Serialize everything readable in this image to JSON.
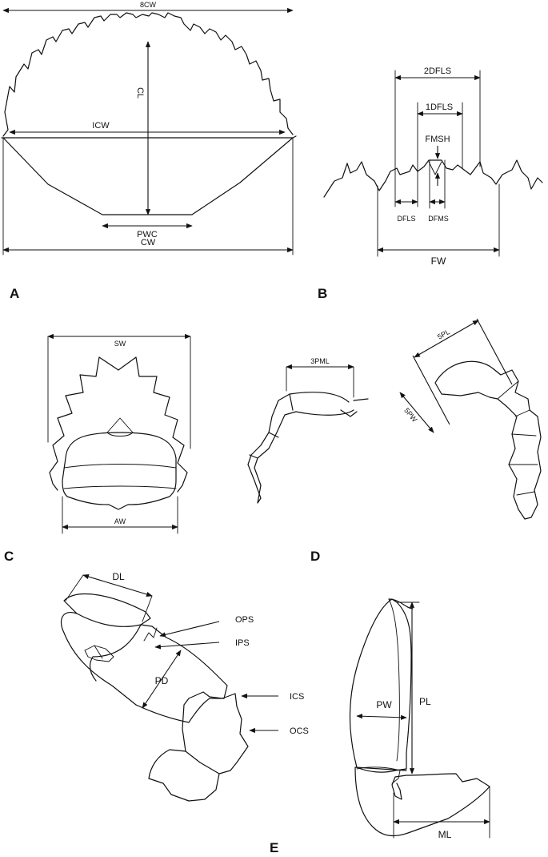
{
  "panel_letters": {
    "a": "A",
    "b": "B",
    "c": "C",
    "d": "D",
    "e": "E"
  },
  "labels": {
    "a": {
      "bcw": "8CW",
      "cl": "CL",
      "icw": "ICW",
      "pwc": "PWC",
      "cw": "CW"
    },
    "b": {
      "dfls2": "2DFLS",
      "dfls1": "1DFLS",
      "fmsh": "FMSH",
      "dfls": "DFLS",
      "dfms": "DFMS",
      "fw": "FW"
    },
    "c": {
      "sw": "SW",
      "aw": "AW"
    },
    "d": {
      "pml3": "3PML",
      "pl5": "5PL",
      "pw5": "5PW"
    },
    "e": {
      "dl": "DL",
      "ops": "OPS",
      "ips": "IPS",
      "pd": "PD",
      "ics": "ICS",
      "ocs": "OCS",
      "pw": "PW",
      "pl": "PL",
      "ml": "ML"
    }
  }
}
